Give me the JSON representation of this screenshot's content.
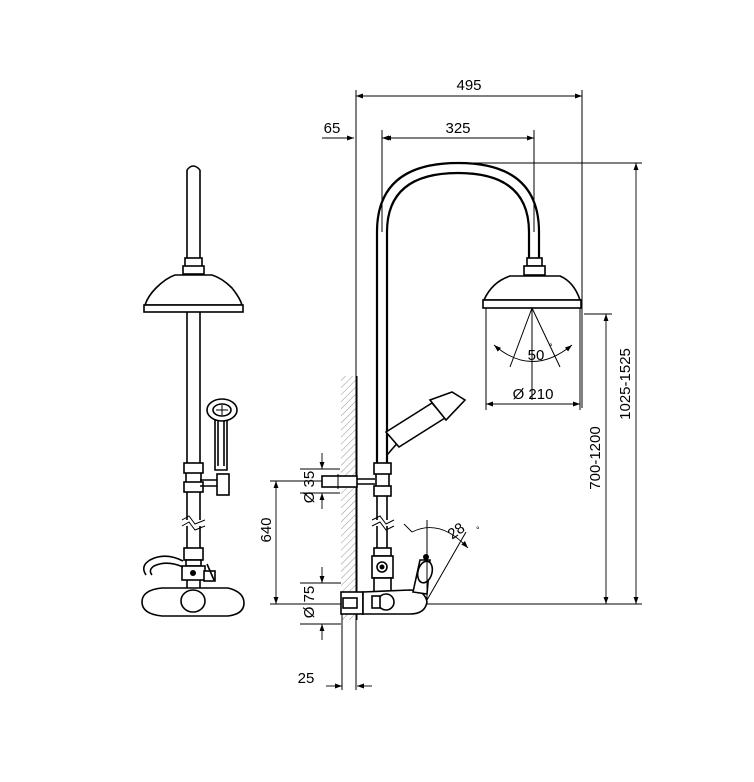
{
  "dimensions": {
    "overall_width": "495",
    "wall_offset": "65",
    "arm_reach": "325",
    "height_range": "1025-1525",
    "head_height_range": "700-1200",
    "head_diameter": "Ø 210",
    "head_angle": "50",
    "handle_angle": "28",
    "degree_mark": "°",
    "support_diameter": "Ø 35",
    "support_height": "640",
    "mixer_diameter": "Ø 75",
    "wall_depth": "25"
  },
  "colors": {
    "line": "#000000",
    "background": "#ffffff",
    "wall_hatch": "#888888"
  }
}
